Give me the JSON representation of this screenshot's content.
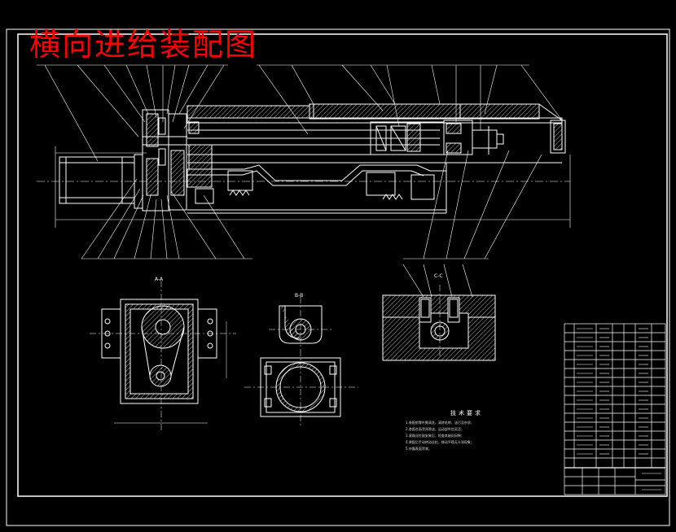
{
  "title": "横向进给装配图",
  "section_labels": {
    "a": "A-A",
    "b": "B-B",
    "c": "C-C"
  },
  "tech_notes": {
    "title": "技术要求",
    "lines": [
      "1.装配前零件需清洗，清除毛刺、油污及杂质；",
      "2.各配合面涂润滑油，运动部件应灵活；",
      "3.滚珠丝杠副安装后，检查其轴向间隙；",
      "4.装配后手动转动丝杠，移动平稳无卡滞现象；",
      "5.外露表面涂漆。"
    ]
  },
  "colors": {
    "background": "#000000",
    "line": "#ffffff",
    "title": "#ff0000"
  }
}
